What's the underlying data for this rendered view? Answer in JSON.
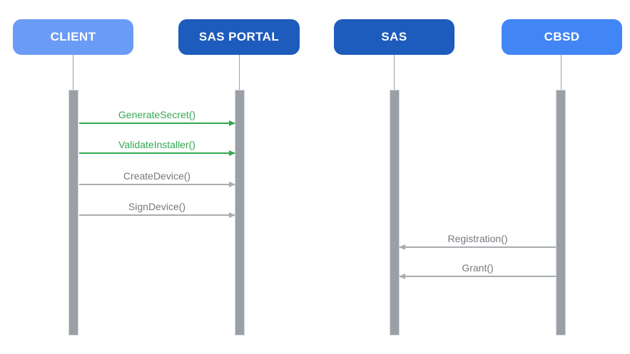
{
  "actors": [
    {
      "id": "client",
      "label": "CLIENT",
      "color": "#6b9cf5"
    },
    {
      "id": "sas-portal",
      "label": "SAS PORTAL",
      "color": "#1d5bbd"
    },
    {
      "id": "sas",
      "label": "SAS",
      "color": "#1d5bbd"
    },
    {
      "id": "cbsd",
      "label": "CBSD",
      "color": "#4285f4"
    }
  ],
  "messages": [
    {
      "label": "GenerateSecret()",
      "from": "client",
      "to": "sas-portal",
      "direction": "right",
      "text_color": "#34a853",
      "line_color": "#34a853"
    },
    {
      "label": "ValidateInstaller()",
      "from": "client",
      "to": "sas-portal",
      "direction": "right",
      "text_color": "#34a853",
      "line_color": "#34a853"
    },
    {
      "label": "CreateDevice()",
      "from": "client",
      "to": "sas-portal",
      "direction": "right",
      "text_color": "#75797d",
      "line_color": "#a9acb0"
    },
    {
      "label": "SignDevice()",
      "from": "client",
      "to": "sas-portal",
      "direction": "right",
      "text_color": "#75797d",
      "line_color": "#a9acb0"
    },
    {
      "label": "Registration()",
      "from": "cbsd",
      "to": "sas",
      "direction": "left",
      "text_color": "#75797d",
      "line_color": "#a9acb0"
    },
    {
      "label": "Grant()",
      "from": "cbsd",
      "to": "sas",
      "direction": "left",
      "text_color": "#75797d",
      "line_color": "#a9acb0"
    }
  ],
  "lifeline": {
    "bar_color": "#9aa0a6",
    "bar_border_color": "#d5d7db"
  }
}
